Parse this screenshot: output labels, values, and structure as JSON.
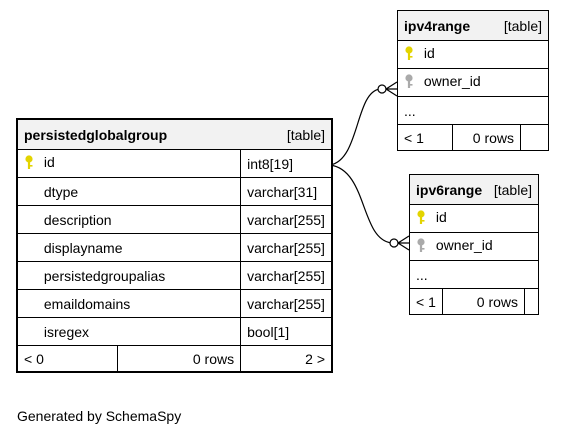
{
  "main_table": {
    "name": "persistedglobalgroup",
    "kind": "[table]",
    "columns": [
      {
        "name": "id",
        "type": "int8[19]",
        "key": "primary"
      },
      {
        "name": "dtype",
        "type": "varchar[31]"
      },
      {
        "name": "description",
        "type": "varchar[255]"
      },
      {
        "name": "displayname",
        "type": "varchar[255]"
      },
      {
        "name": "persistedgroupalias",
        "type": "varchar[255]"
      },
      {
        "name": "emaildomains",
        "type": "varchar[255]"
      },
      {
        "name": "isregex",
        "type": "bool[1]"
      }
    ],
    "footer": {
      "parents": "< 0",
      "rows": "0 rows",
      "children": "2 >"
    }
  },
  "ipv4range": {
    "name": "ipv4range",
    "kind": "[table]",
    "columns": [
      {
        "name": "id",
        "key": "primary"
      },
      {
        "name": "owner_id",
        "key": "foreign"
      }
    ],
    "more": "...",
    "footer": {
      "parents": "< 1",
      "rows": "0 rows"
    }
  },
  "ipv6range": {
    "name": "ipv6range",
    "kind": "[table]",
    "columns": [
      {
        "name": "id",
        "key": "primary"
      },
      {
        "name": "owner_id",
        "key": "foreign"
      }
    ],
    "more": "...",
    "footer": {
      "parents": "< 1",
      "rows": "0 rows"
    }
  },
  "caption": "Generated by SchemaSpy",
  "colors": {
    "primary_key": "#e3d400",
    "foreign_key": "#aaaaaa"
  }
}
